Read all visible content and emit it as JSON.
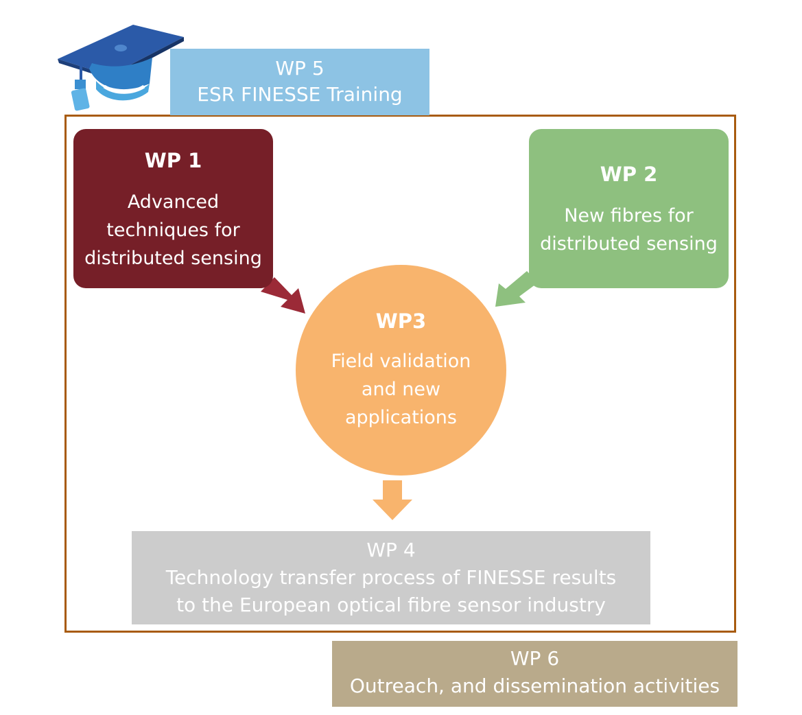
{
  "wp5": {
    "title": "WP 5",
    "subtitle": "ESR FINESSE Training"
  },
  "wp1": {
    "title": "WP 1",
    "lines": [
      "Advanced",
      "techniques for",
      "distributed sensing"
    ]
  },
  "wp2": {
    "title": "WP 2",
    "lines": [
      "New fibres for",
      "distributed sensing"
    ]
  },
  "wp3": {
    "title": "WP3",
    "lines": [
      "Field validation",
      "and new",
      "applications"
    ]
  },
  "wp4": {
    "title": "WP 4",
    "lines": [
      "Technology transfer process of FINESSE results",
      "to the European optical fibre sensor industry"
    ]
  },
  "wp6": {
    "title": "WP 6",
    "subtitle": "Outreach, and dissemination activities"
  },
  "colors": {
    "frame": "#a85b0f",
    "wp1": "#761f28",
    "wp1_arrow": "#9b2a37",
    "wp2": "#8ec07f",
    "wp3": "#f8b46d",
    "wp4": "#cccccc",
    "wp5": "#8dc3e4",
    "wp6": "#b9aa8b"
  },
  "icons": {
    "logo": "graduation-cap-icon"
  }
}
